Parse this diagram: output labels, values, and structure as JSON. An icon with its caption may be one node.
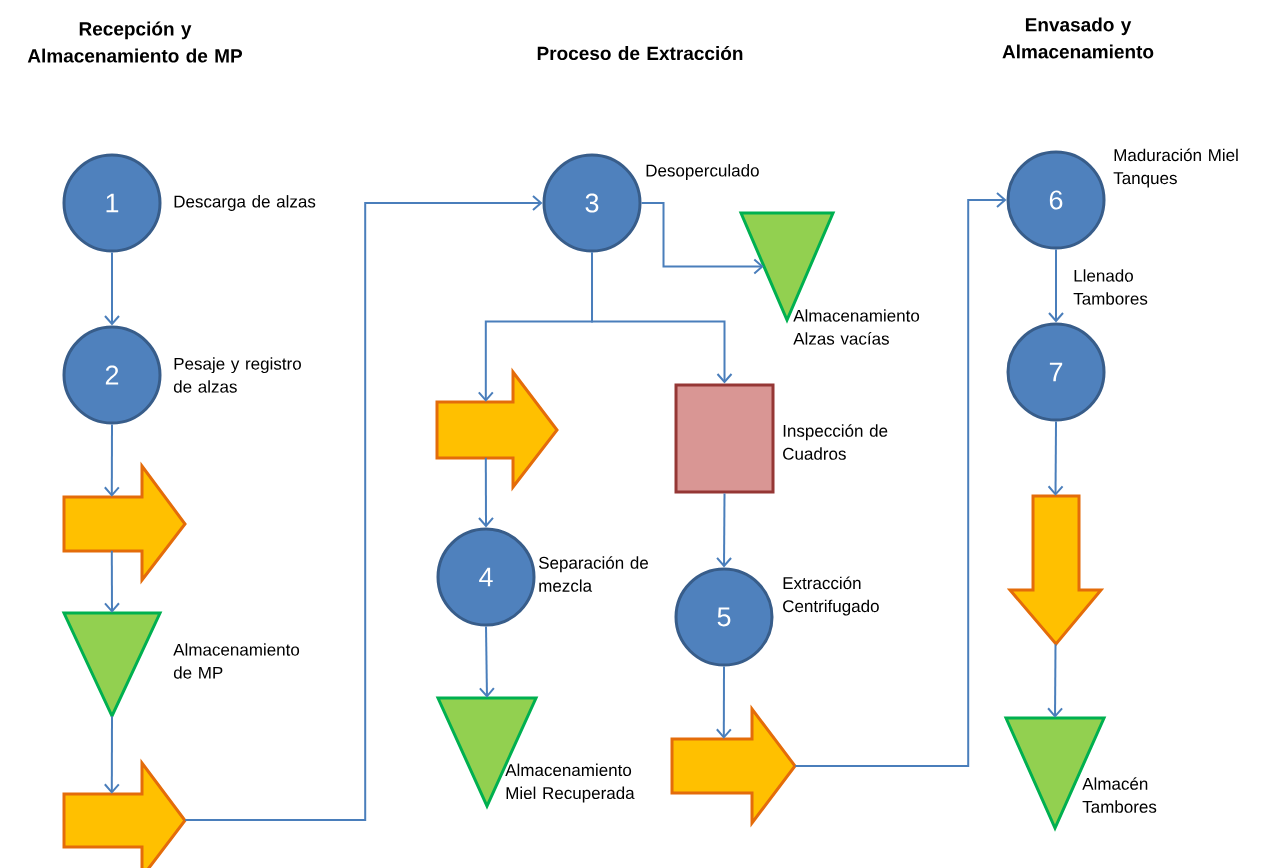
{
  "diagram": {
    "nodes": [
      {
        "text": [
          "1"
        ],
        "beside": [
          "Descarga de alzas"
        ]
      },
      {
        "text": [
          "2"
        ],
        "beside": [
          "Pesaje y registro de alzas"
        ]
      },
      {
        "text": [],
        "shape": "arrow"
      },
      {
        "text": [],
        "shape": "triangle",
        "beside": [
          "Almacenamiento de MP"
        ]
      },
      {
        "text": [],
        "shape": "arrow"
      },
      {
        "text": [
          "3"
        ],
        "beside": [
          "Desoperculado"
        ]
      },
      {
        "text": [],
        "shape": "triangle",
        "beside": [
          "Almacenamiento Alzas vacías"
        ]
      },
      {
        "text": [],
        "shape": "arrow"
      },
      {
        "text": [],
        "shape": "box",
        "beside": [
          "Inspección de Cuadros"
        ]
      },
      {
        "text": [
          "4"
        ],
        "beside": [
          "Separación de mezcla"
        ]
      },
      {
        "text": [
          "5"
        ],
        "beside": [
          "Extracción Centrifugado"
        ]
      },
      {
        "text": [],
        "shape": "triangle",
        "beside": [
          "Almacenamiento Miel Recuperada"
        ]
      },
      {
        "text": [],
        "shape": "arrow"
      },
      {
        "text": [
          "6"
        ],
        "beside": [
          "Maduración Miel Tanques"
        ]
      },
      {
        "text": [
          "7"
        ]
      },
      {
        "text": [],
        "shape": "arrow"
      },
      {
        "text": [],
        "shape": "triangle",
        "beside": [
          "Almacén Tambores"
        ]
      }
    ],
    "edges": [
      {
        "from": 0,
        "to": 1,
        "arrow": "to"
      },
      {
        "from": 1,
        "to": 2,
        "arrow": "to"
      },
      {
        "from": 2,
        "to": 3,
        "arrow": "to"
      },
      {
        "from": 3,
        "to": 4,
        "arrow": "to"
      },
      {
        "from": 4,
        "to": 5,
        "arrow": "to"
      },
      {
        "from": 5,
        "to": 6,
        "arrow": "to"
      },
      {
        "from": 5,
        "to": 7,
        "arrow": "to"
      },
      {
        "from": 5,
        "to": 8,
        "arrow": "to"
      },
      {
        "from": 7,
        "to": 9,
        "arrow": "to"
      },
      {
        "from": 8,
        "to": 10,
        "arrow": "to"
      },
      {
        "from": 9,
        "to": 11,
        "arrow": "to"
      },
      {
        "from": 10,
        "to": 12,
        "arrow": "to"
      },
      {
        "from": 12,
        "to": 13,
        "arrow": "to"
      },
      {
        "from": 13,
        "to": 14,
        "arrow": "to",
        "label": "Llenado Tambores"
      },
      {
        "from": 14,
        "to": 15,
        "arrow": "to"
      },
      {
        "from": 15,
        "to": 16,
        "arrow": "to"
      }
    ],
    "labels": [
      "Recepción y Almacenamiento de MP",
      "Proceso de Extracción",
      "Envasado y Almacenamiento"
    ]
  }
}
